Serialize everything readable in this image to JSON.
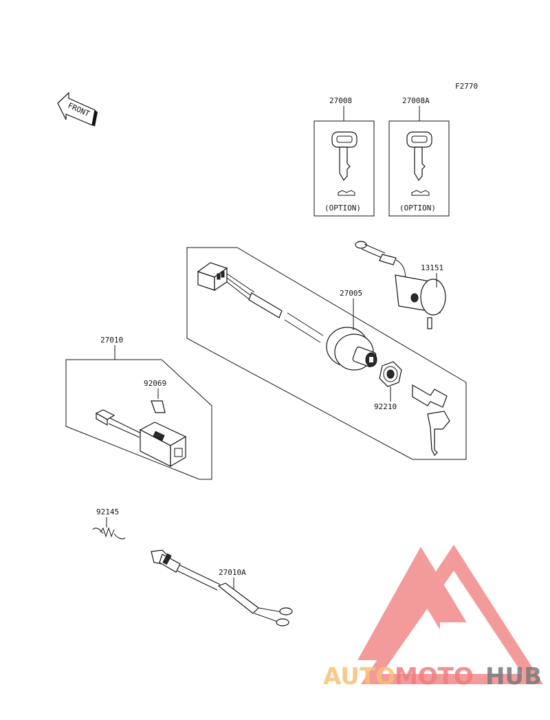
{
  "diagram_code": "F2770",
  "front_marker": "FRONT",
  "parts": {
    "p27008": "27008",
    "p27008A": "27008A",
    "p13151": "13151",
    "p27005": "27005",
    "p27010": "27010",
    "p92069": "92069",
    "p92210": "92210",
    "p92145": "92145",
    "p27010A": "27010A"
  },
  "option_label": "(OPTION)",
  "watermark": {
    "part1": "AUTO",
    "part2": "MOTO",
    "part3": "HUB",
    "colors": {
      "auto": "#f8c078",
      "moto": "#ef7d7d",
      "hub": "#7a7a7a",
      "logo": "#f28a8a"
    }
  }
}
